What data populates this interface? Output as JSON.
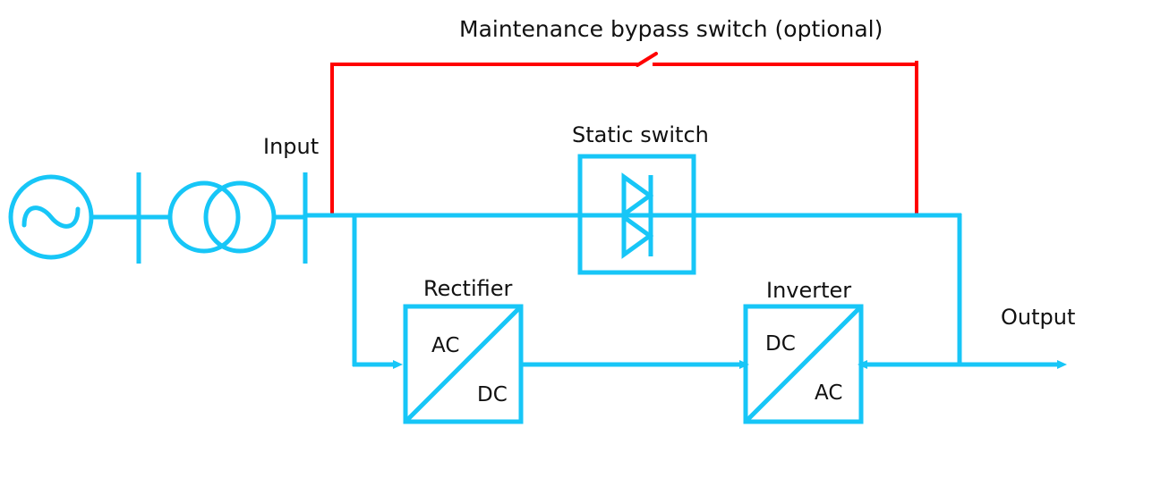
{
  "diagram": {
    "title_label": "Maintenance bypass switch (optional)",
    "colors": {
      "line_primary": "#17C6F7",
      "line_bypass": "#FF0000",
      "text": "#111111",
      "background": "#FFFFFF"
    },
    "labels": {
      "input": "Input",
      "output": "Output",
      "static_switch": "Static switch",
      "rectifier": "Rectifier",
      "inverter": "Inverter",
      "maintenance_bypass": "Maintenance bypass switch (optional)"
    },
    "rectifier": {
      "name": "Rectifier",
      "input_type": "AC",
      "output_type": "DC"
    },
    "inverter": {
      "name": "Inverter",
      "input_type": "DC",
      "output_type": "AC"
    },
    "components": [
      {
        "id": "ac-source",
        "name": "AC source",
        "symbol": "sine-wave-circle"
      },
      {
        "id": "busbar-1",
        "name": "Busbar",
        "symbol": "vertical-bar"
      },
      {
        "id": "transformer",
        "name": "Transformer",
        "symbol": "two-overlapping-circles"
      },
      {
        "id": "busbar-2",
        "name": "Busbar",
        "symbol": "vertical-bar"
      },
      {
        "id": "static-switch",
        "name": "Static switch",
        "symbol": "anti-parallel-thyristor"
      },
      {
        "id": "rectifier",
        "name": "Rectifier",
        "symbol": "ac-dc-converter-box"
      },
      {
        "id": "inverter",
        "name": "Inverter",
        "symbol": "dc-ac-converter-box"
      },
      {
        "id": "maintenance-bypass-switch",
        "name": "Maintenance bypass switch (optional)",
        "symbol": "open-switch"
      }
    ]
  }
}
